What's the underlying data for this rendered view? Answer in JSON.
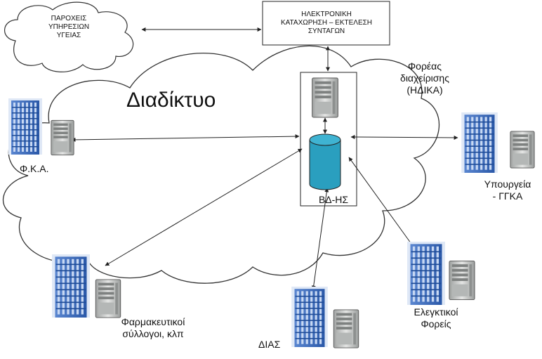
{
  "cloud_main": {
    "title": "Διαδίκτυο"
  },
  "cloud_small": {
    "line1": "ΠΑΡΟΧΕΙΣ",
    "line2": "ΥΠΗΡΕΣΙΩΝ",
    "line3": "ΥΓΕΙΑΣ"
  },
  "prescription_box": {
    "line1": "ΗΛΕΚΤΡΟΝΙΚΗ",
    "line2": "ΚΑΤΑΧΩΡΗΣΗ – ΕΚΤΕΛΕΣΗ",
    "line3": "ΣΥΝΤΑΓΩΝ"
  },
  "operator": {
    "line1": "Φορέας",
    "line2": "διαχείρισης",
    "line3": "(ΗΔΙΚΑ)"
  },
  "database": {
    "label": "ΒΔ-ΗΣ"
  },
  "nodes": {
    "fka": "Φ.Κ.Α.",
    "ministry_line1": "Υπουργεία",
    "ministry_line2": "- ΓΓΚΑ",
    "pharma_line1": "Φαρμακευτικοί",
    "pharma_line2": "σύλλογοι, κλπ",
    "dias": "ΔΙΑΣ",
    "audit_line1": "Ελεγκτικοί",
    "audit_line2": "Φορείς"
  },
  "colors": {
    "cylinder_fill": "#2a9fbf",
    "building_blue": "#3c6fc4",
    "building_light": "#a9c4ea",
    "server_gray": "#c7c9c8",
    "outline": "#222222"
  },
  "icons": [
    "cloud-icon",
    "server-icon",
    "database-icon",
    "building-icon"
  ]
}
